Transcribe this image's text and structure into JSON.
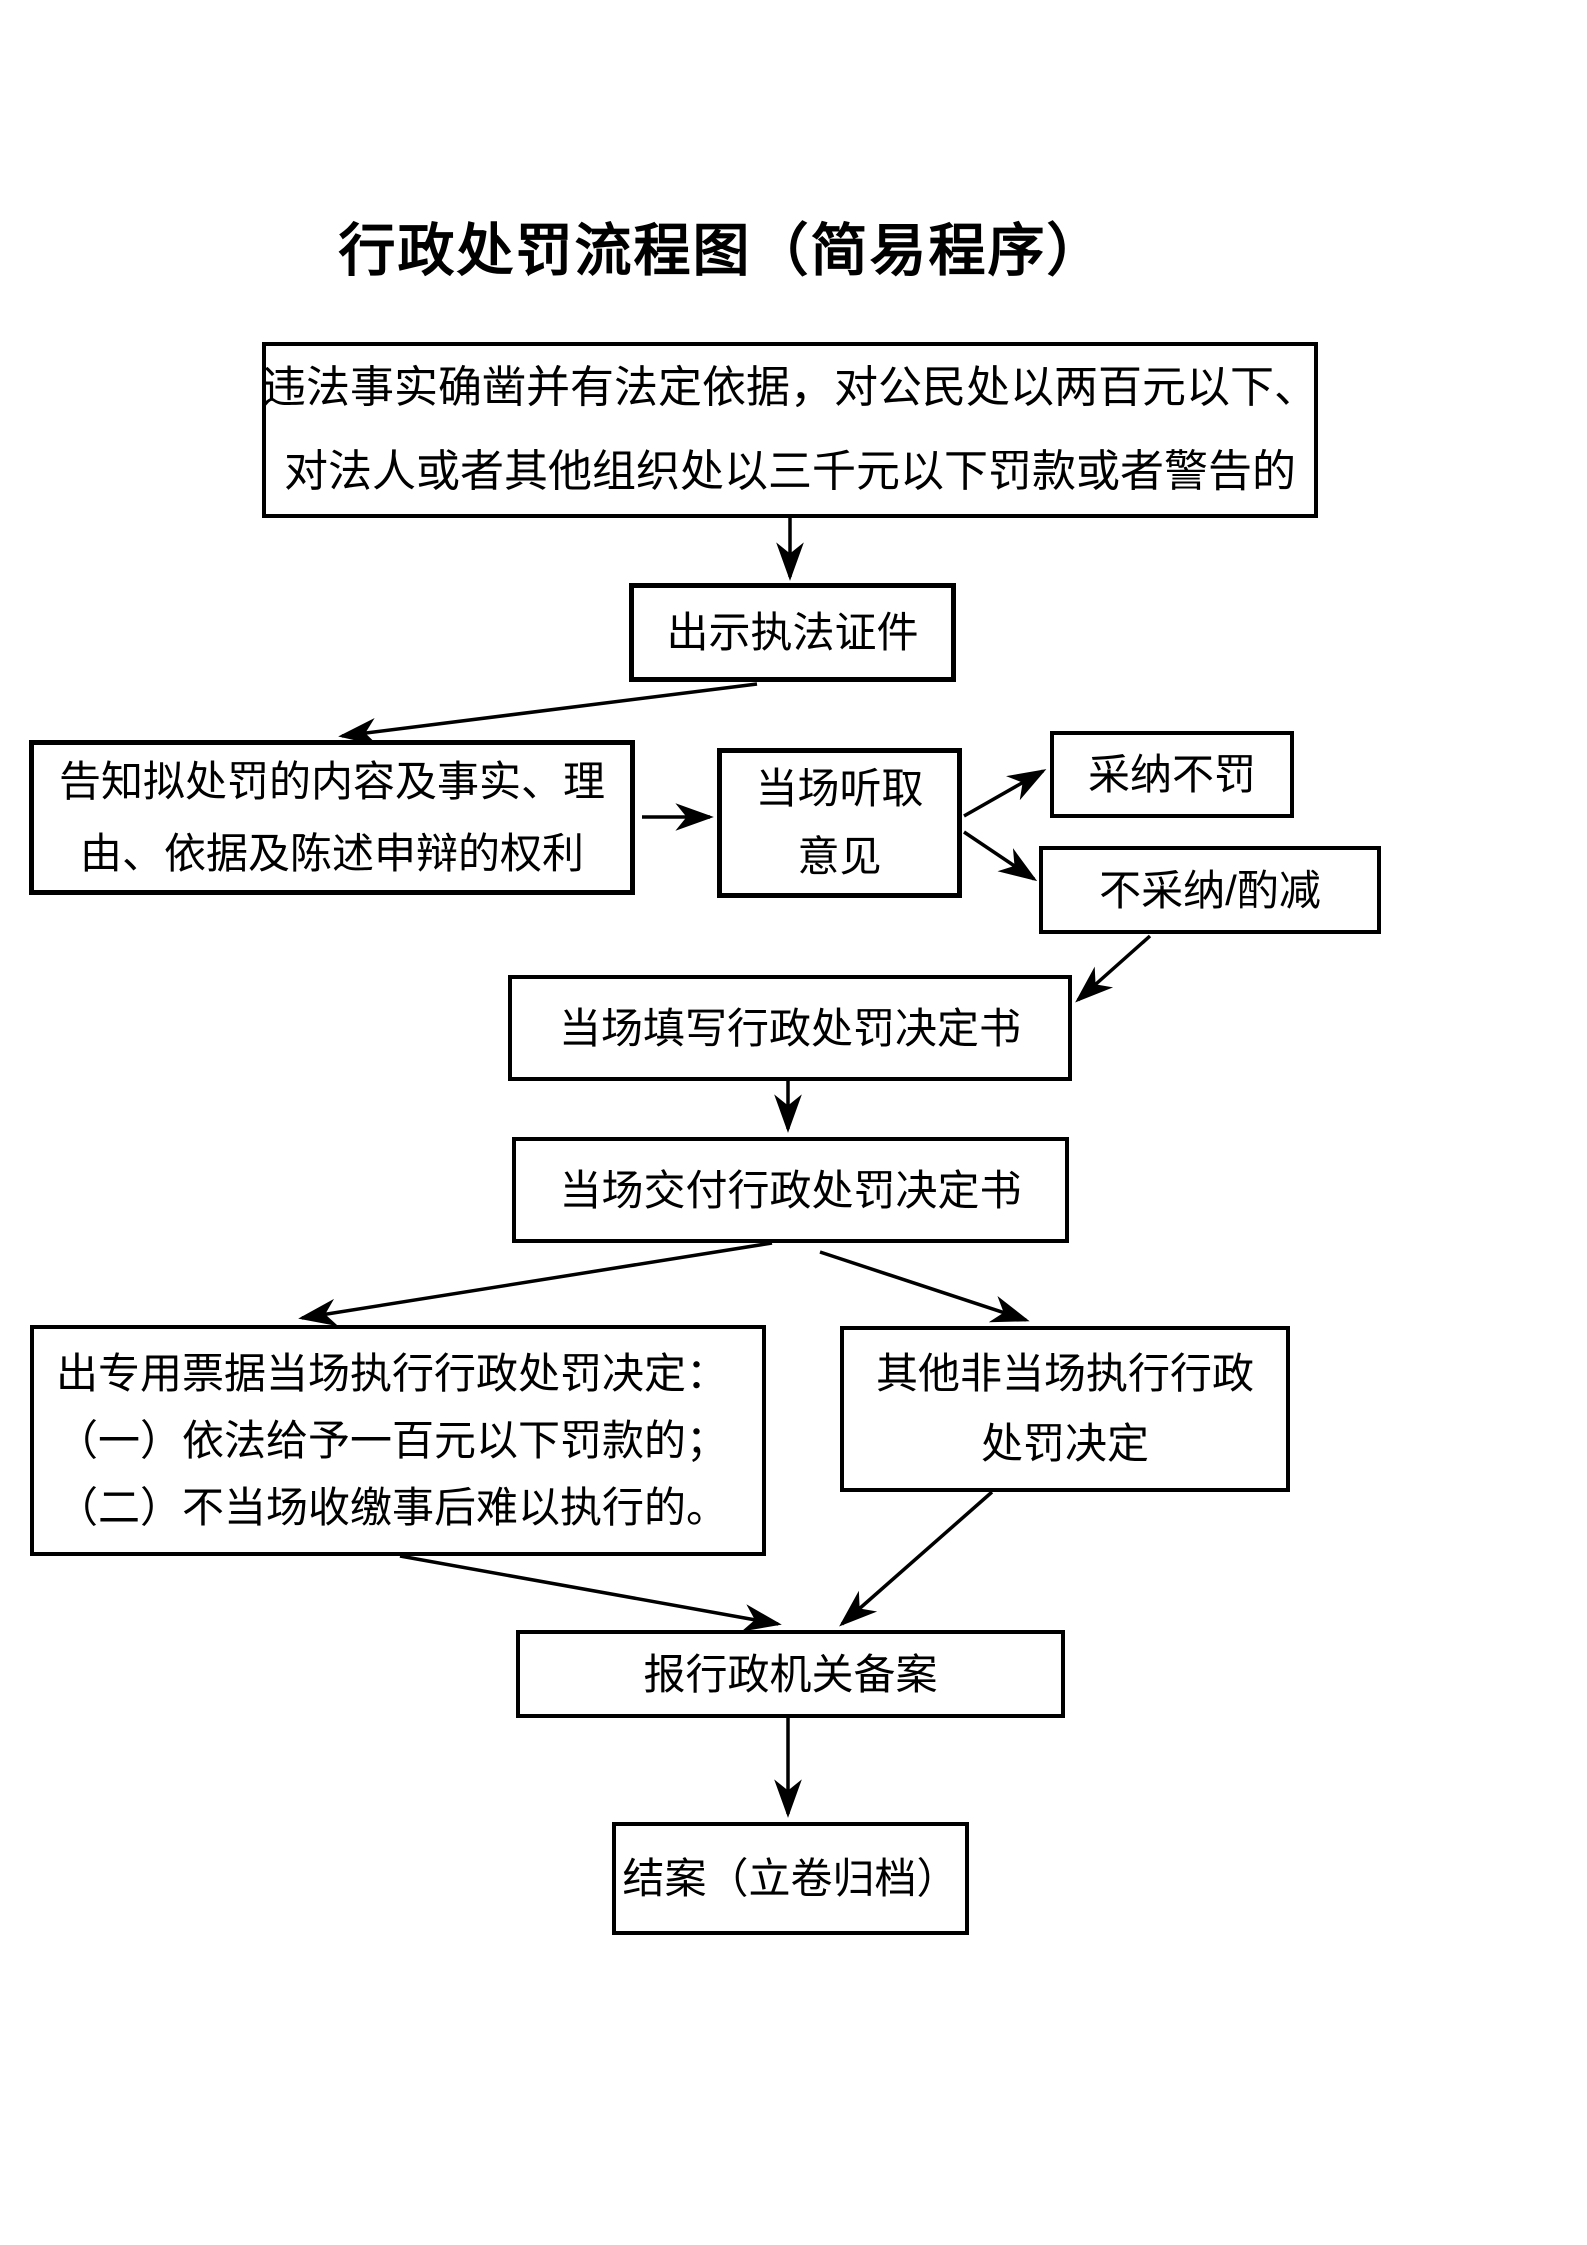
{
  "title": "行政处罚流程图（简易程序）",
  "nodes": {
    "condition": {
      "lines": [
        "违法事实确凿并有法定依据，对公民处以两百元以下、",
        "对法人或者其他组织处以三千元以下罚款或者警告的"
      ]
    },
    "show_credentials": {
      "label": "出示执法证件"
    },
    "inform": {
      "lines": [
        "告知拟处罚的内容及事实、理",
        "由、依据及陈述申辩的权利"
      ]
    },
    "listen": {
      "lines": [
        "当场听取",
        "意见"
      ]
    },
    "adopt": {
      "label": "采纳不罚"
    },
    "not_adopt": {
      "label": "不采纳/酌减"
    },
    "fill_decision": {
      "label": "当场填写行政处罚决定书"
    },
    "deliver_decision": {
      "label": "当场交付行政处罚决定书"
    },
    "special_receipt": {
      "lines": [
        "出专用票据当场执行行政处罚决定：",
        "（一）依法给予一百元以下罚款的；",
        "（二）不当场收缴事后难以执行的。"
      ]
    },
    "other_execution": {
      "lines": [
        "其他非当场执行行政",
        "处罚决定"
      ]
    },
    "report": {
      "label": "报行政机关备案"
    },
    "close_case": {
      "label": "结案（立卷归档）"
    }
  },
  "colors": {
    "ink": "#000000",
    "paper": "#ffffff"
  }
}
